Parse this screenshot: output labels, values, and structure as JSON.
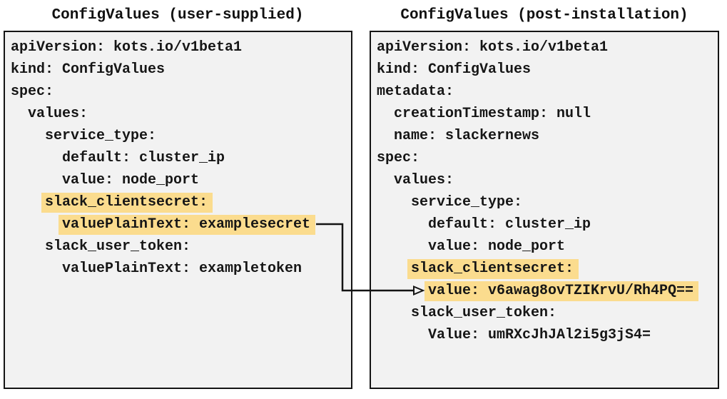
{
  "colors": {
    "panel_background": "#f2f2f2",
    "panel_border": "#141414",
    "highlight": "#fbdc8e",
    "text": "#161616",
    "arrow": "#141414"
  },
  "arrow": {
    "meaning": "maps user-supplied plaintext secret to encrypted post-installation value",
    "from_line": "valuePlainText: examplesecret",
    "to_line": "value: v6awag8ovTZIKrvU/Rh4PQ=="
  },
  "panels": [
    {
      "id": "user-supplied",
      "title": "ConfigValues (user-supplied)",
      "lines": [
        {
          "indent": 0,
          "text": "apiVersion: kots.io/v1beta1",
          "highlight": false
        },
        {
          "indent": 0,
          "text": "kind: ConfigValues",
          "highlight": false
        },
        {
          "indent": 0,
          "text": "spec:",
          "highlight": false
        },
        {
          "indent": 1,
          "text": "values:",
          "highlight": false
        },
        {
          "indent": 2,
          "text": "service_type:",
          "highlight": false
        },
        {
          "indent": 3,
          "text": "default: cluster_ip",
          "highlight": false
        },
        {
          "indent": 3,
          "text": "value: node_port",
          "highlight": false
        },
        {
          "indent": 2,
          "text": "slack_clientsecret:",
          "highlight": true
        },
        {
          "indent": 3,
          "text": "valuePlainText: examplesecret",
          "highlight": true
        },
        {
          "indent": 2,
          "text": "slack_user_token:",
          "highlight": false
        },
        {
          "indent": 3,
          "text": "valuePlainText: exampletoken",
          "highlight": false
        }
      ]
    },
    {
      "id": "post-installation",
      "title": "ConfigValues (post-installation)",
      "lines": [
        {
          "indent": 0,
          "text": "apiVersion: kots.io/v1beta1",
          "highlight": false
        },
        {
          "indent": 0,
          "text": "kind: ConfigValues",
          "highlight": false
        },
        {
          "indent": 0,
          "text": "metadata:",
          "highlight": false
        },
        {
          "indent": 1,
          "text": "creationTimestamp: null",
          "highlight": false
        },
        {
          "indent": 1,
          "text": "name: slackernews",
          "highlight": false
        },
        {
          "indent": 0,
          "text": "spec:",
          "highlight": false
        },
        {
          "indent": 1,
          "text": "values:",
          "highlight": false
        },
        {
          "indent": 2,
          "text": "service_type:",
          "highlight": false
        },
        {
          "indent": 3,
          "text": "default: cluster_ip",
          "highlight": false
        },
        {
          "indent": 3,
          "text": "value: node_port",
          "highlight": false
        },
        {
          "indent": 2,
          "text": "slack_clientsecret:",
          "highlight": true
        },
        {
          "indent": 3,
          "text": "value: v6awag8ovTZIKrvU/Rh4PQ==",
          "highlight": true
        },
        {
          "indent": 2,
          "text": "slack_user_token:",
          "highlight": false
        },
        {
          "indent": 3,
          "text": "Value: umRXcJhJAl2i5g3jS4=",
          "highlight": false
        }
      ]
    }
  ]
}
